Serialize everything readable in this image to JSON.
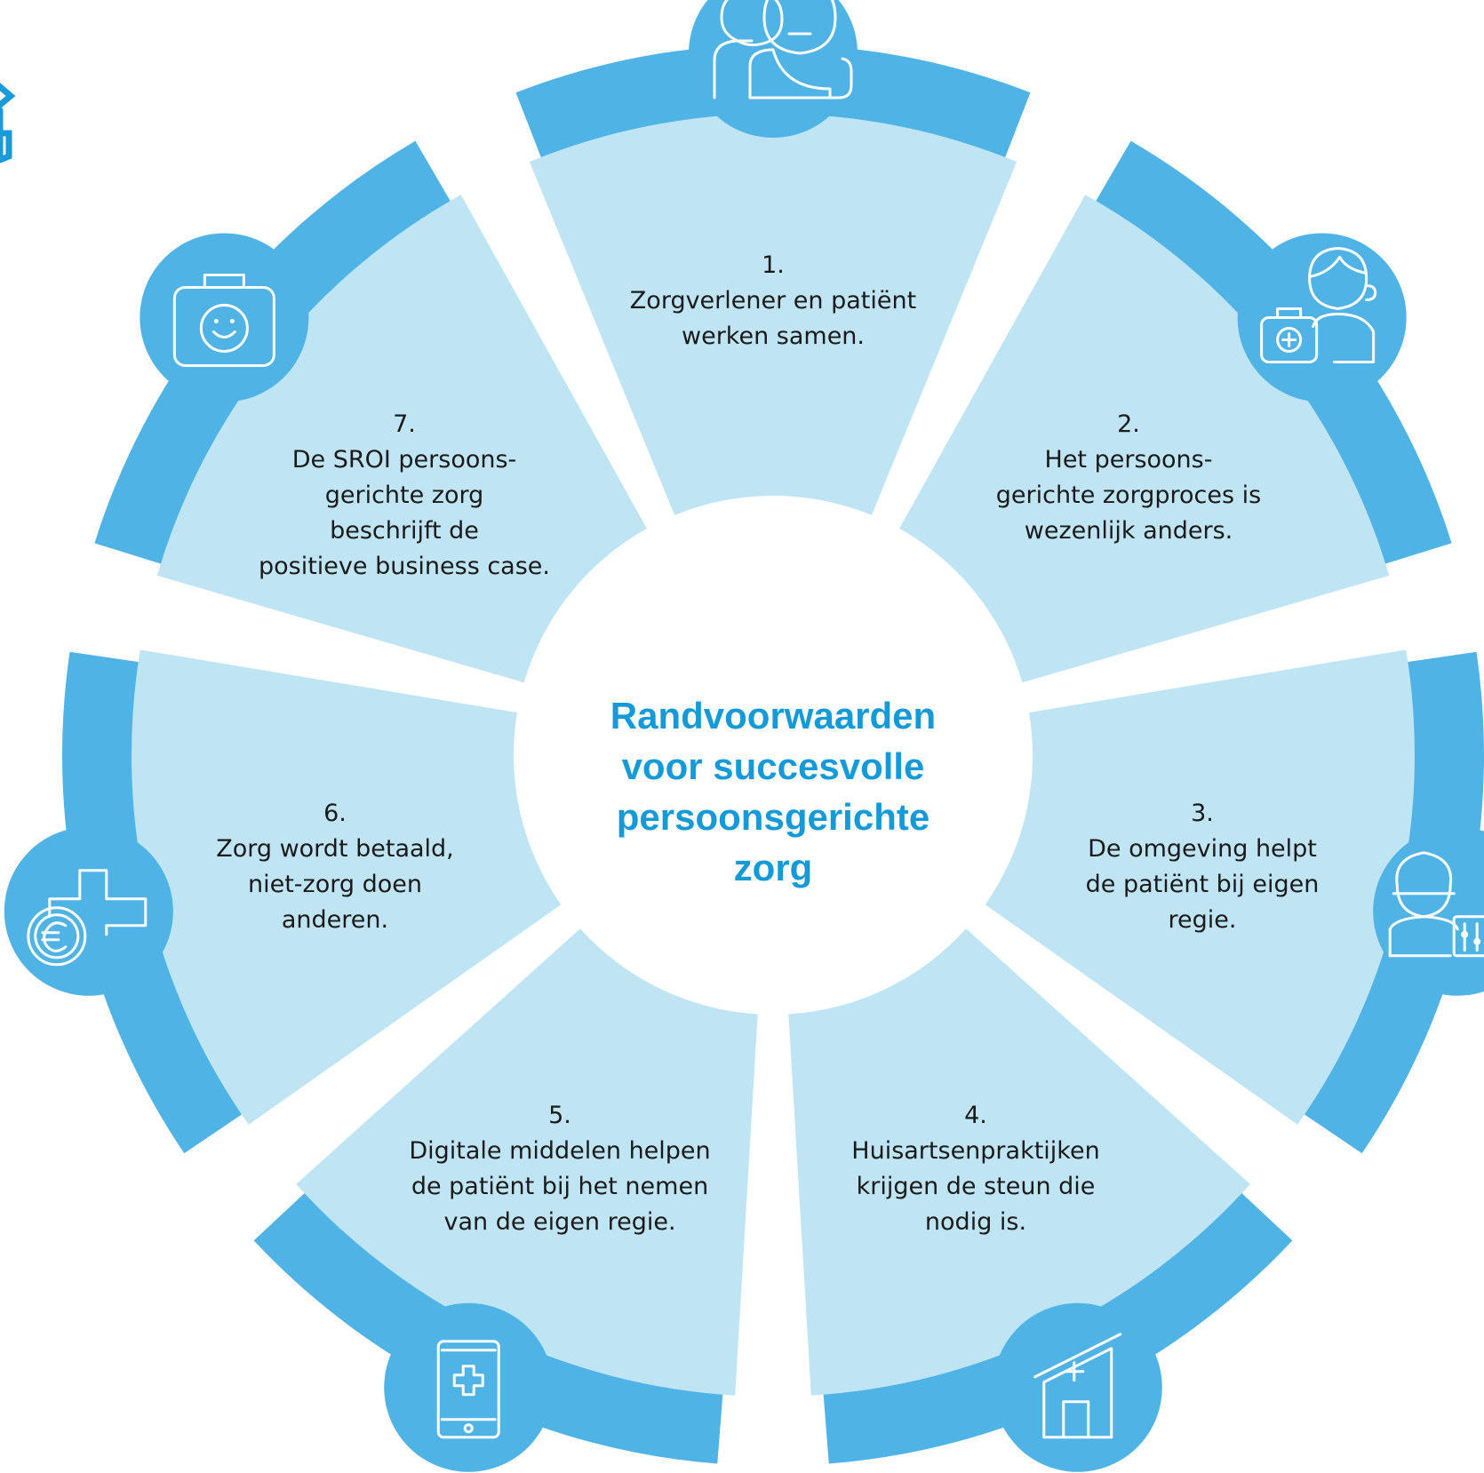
{
  "center": {
    "lines": [
      "Randvoorwaarden",
      "voor succesvolle",
      "persoonsgerichte",
      "zorg"
    ]
  },
  "segments": [
    {
      "number": "1.",
      "lines": [
        "Zorgverlener en patiënt",
        "werken samen."
      ],
      "icon": "caregiver-and-patient-icon"
    },
    {
      "number": "2.",
      "lines": [
        "Het persoons-",
        "gerichte zorgproces is",
        "wezenlijk anders."
      ],
      "icon": "person-with-medkit-icon"
    },
    {
      "number": "3.",
      "lines": [
        "De omgeving helpt",
        "de patiënt bij eigen",
        "regie."
      ],
      "icon": "person-with-controls-icon"
    },
    {
      "number": "4.",
      "lines": [
        "Huisartsenpraktijken",
        "krijgen de steun die",
        "nodig is."
      ],
      "icon": "clinic-building-icon"
    },
    {
      "number": "5.",
      "lines": [
        "Digitale middelen helpen",
        "de patiënt bij het nemen",
        "van de eigen regie."
      ],
      "icon": "medical-phone-icon"
    },
    {
      "number": "6.",
      "lines": [
        "Zorg wordt betaald,",
        "niet-zorg doen",
        "anderen."
      ],
      "icon": "euro-cross-icon"
    },
    {
      "number": "7.",
      "lines": [
        "De SROI persoons-",
        "gerichte zorg",
        "beschrijft de",
        "positieve business case."
      ],
      "icon": "smiley-medkit-icon"
    }
  ],
  "colors": {
    "ring": "#4fb3e6",
    "segment_fill": "#bfe5f5",
    "center_text": "#159ad9",
    "icon_stroke": "#ffffff"
  }
}
